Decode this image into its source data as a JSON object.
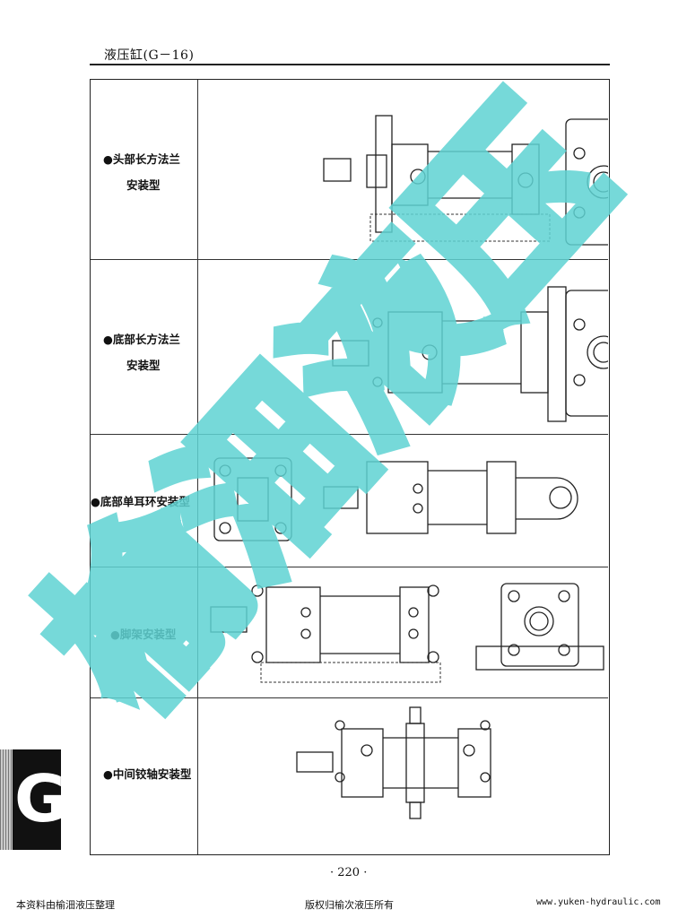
{
  "header": {
    "title": "液压缸(G－16)"
  },
  "rows": [
    {
      "label_line1": "●头部长方法兰",
      "label_line2": "安装型"
    },
    {
      "label_line1": "●底部长方法兰",
      "label_line2": "安装型"
    },
    {
      "label_line1": "●底部单耳环安装型",
      "label_line2": ""
    },
    {
      "label_line1": "●脚架安装型",
      "label_line2": ""
    },
    {
      "label_line1": "●中间铰轴安装型",
      "label_line2": ""
    }
  ],
  "section_tab": {
    "letter": "G"
  },
  "page_number": "· 220 ·",
  "footer": {
    "left": "本资料由榆沺液压整理",
    "center": "版权归榆次液压所有",
    "right": "www.yuken-hydraulic.com"
  },
  "watermark": {
    "text": "榆沺液压",
    "color": "#5fd3d3"
  }
}
